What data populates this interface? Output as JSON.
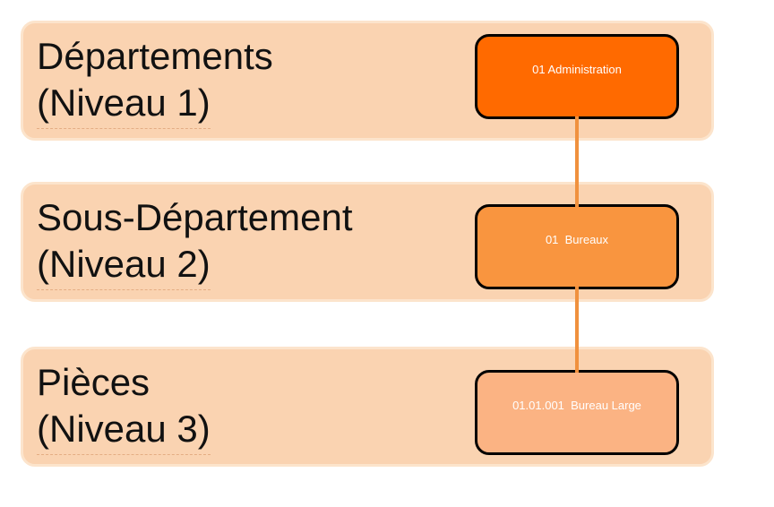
{
  "diagram": {
    "rows": [
      {
        "band_label_line1": "Départements",
        "band_label_line2": "(Niveau 1)",
        "band_fill": "#FAD3B1",
        "node_label": "01 Administration",
        "node_fill": "#FF6A00"
      },
      {
        "band_label_line1": "Sous-Département",
        "band_label_line2": "(Niveau 2)",
        "band_fill": "#FAD3B1",
        "node_label": "01  Bureaux",
        "node_fill": "#F9953F"
      },
      {
        "band_label_line1": "Pièces",
        "band_label_line2": "(Niveau 3)",
        "band_fill": "#FAD3B1",
        "node_label": "01.01.001  Bureau Large",
        "node_fill": "#FBB383"
      }
    ],
    "connector_color": "#F0913E",
    "node_border_color": "#000000",
    "band_border_color": "#FCE4CC",
    "band_text_color": "#111111",
    "node_text_color": "#FFFFFF",
    "background_color": "#FFFFFF"
  }
}
